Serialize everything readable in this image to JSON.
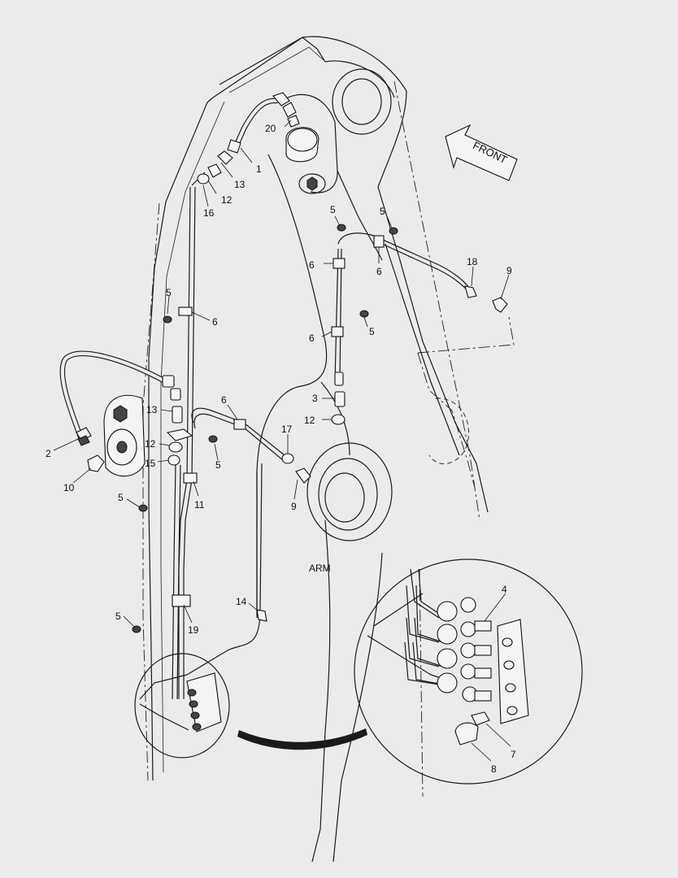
{
  "diagram": {
    "arm_label": "ARM",
    "direction_label": "FRONT",
    "callouts": [
      {
        "id": "c1",
        "text": "1"
      },
      {
        "id": "c20",
        "text": "20"
      },
      {
        "id": "c13a",
        "text": "13"
      },
      {
        "id": "c12a",
        "text": "12"
      },
      {
        "id": "c16",
        "text": "16"
      },
      {
        "id": "c5a",
        "text": "5"
      },
      {
        "id": "c5b",
        "text": "5"
      },
      {
        "id": "c6a",
        "text": "6"
      },
      {
        "id": "c6b",
        "text": "6"
      },
      {
        "id": "c18",
        "text": "18"
      },
      {
        "id": "c9a",
        "text": "9"
      },
      {
        "id": "c5c",
        "text": "5"
      },
      {
        "id": "c6c",
        "text": "6"
      },
      {
        "id": "c6d",
        "text": "6"
      },
      {
        "id": "c5d",
        "text": "5"
      },
      {
        "id": "c3",
        "text": "3"
      },
      {
        "id": "c12b",
        "text": "12"
      },
      {
        "id": "c13b",
        "text": "13"
      },
      {
        "id": "c6e",
        "text": "6"
      },
      {
        "id": "c17",
        "text": "17"
      },
      {
        "id": "c12c",
        "text": "12"
      },
      {
        "id": "c2",
        "text": "2"
      },
      {
        "id": "c15",
        "text": "15"
      },
      {
        "id": "c5e",
        "text": "5"
      },
      {
        "id": "c10",
        "text": "10"
      },
      {
        "id": "c9b",
        "text": "9"
      },
      {
        "id": "c5f",
        "text": "5"
      },
      {
        "id": "c11",
        "text": "11"
      },
      {
        "id": "c14",
        "text": "14"
      },
      {
        "id": "c5g",
        "text": "5"
      },
      {
        "id": "c19",
        "text": "19"
      },
      {
        "id": "c4",
        "text": "4"
      },
      {
        "id": "c7",
        "text": "7"
      },
      {
        "id": "c8",
        "text": "8"
      }
    ]
  }
}
